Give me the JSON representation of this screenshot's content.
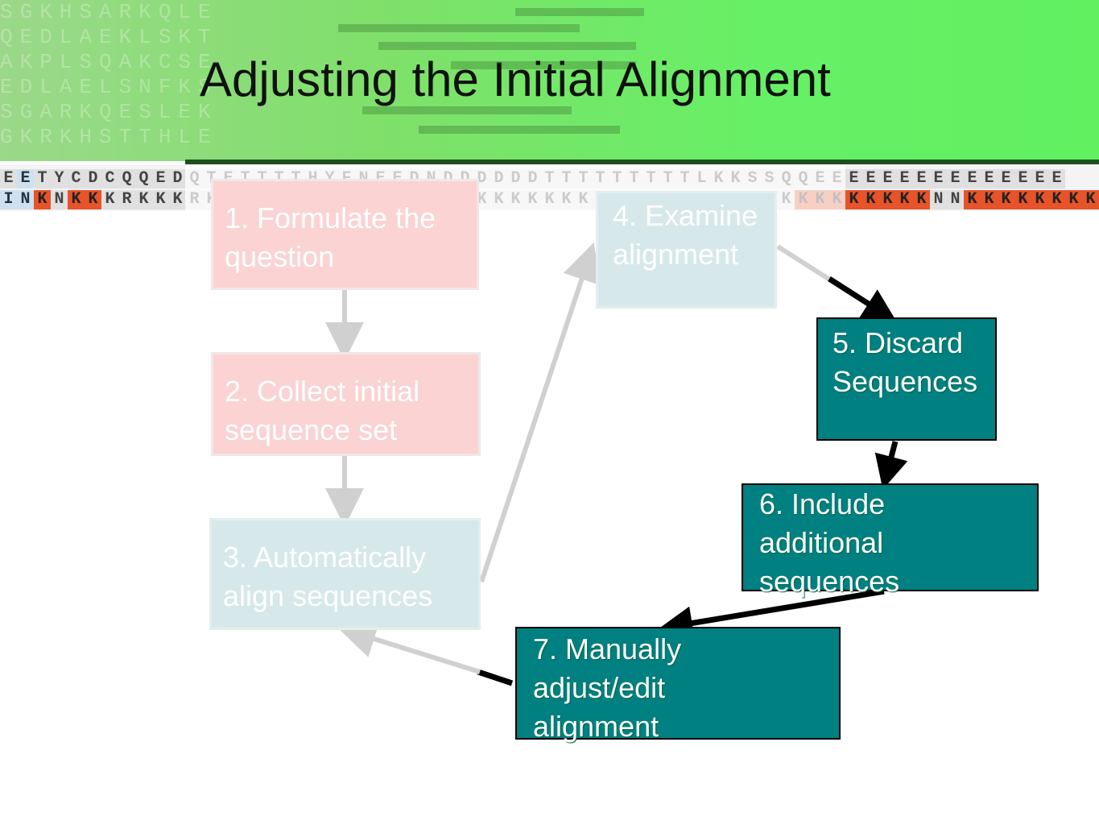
{
  "slide": {
    "title": "Adjusting the Initial Alignment"
  },
  "steps": [
    {
      "id": 1,
      "label": "1. Formulate the question",
      "state": "faded",
      "color": "#fbd3d3"
    },
    {
      "id": 2,
      "label": "2. Collect initial sequence set",
      "state": "faded",
      "color": "#fbd3d3"
    },
    {
      "id": 3,
      "label": "3. Automatically align sequences",
      "state": "faded",
      "color": "#d6e8ea"
    },
    {
      "id": 4,
      "label": "4. Examine alignment",
      "state": "faded",
      "color": "#d6e8ea"
    },
    {
      "id": 5,
      "label": "5. Discard Sequences",
      "state": "active",
      "color": "#008080"
    },
    {
      "id": 6,
      "label": "6. Include additional sequences",
      "state": "active",
      "color": "#008080"
    },
    {
      "id": 7,
      "label": "7. Manually adjust/edit alignment",
      "state": "active",
      "color": "#008080"
    }
  ],
  "colors": {
    "banner_green": "#66f066",
    "active_box": "#008080",
    "active_arrow": "#000000",
    "faded_arrow": "#d0d0d0",
    "residue_highlight": "#e8532a"
  }
}
